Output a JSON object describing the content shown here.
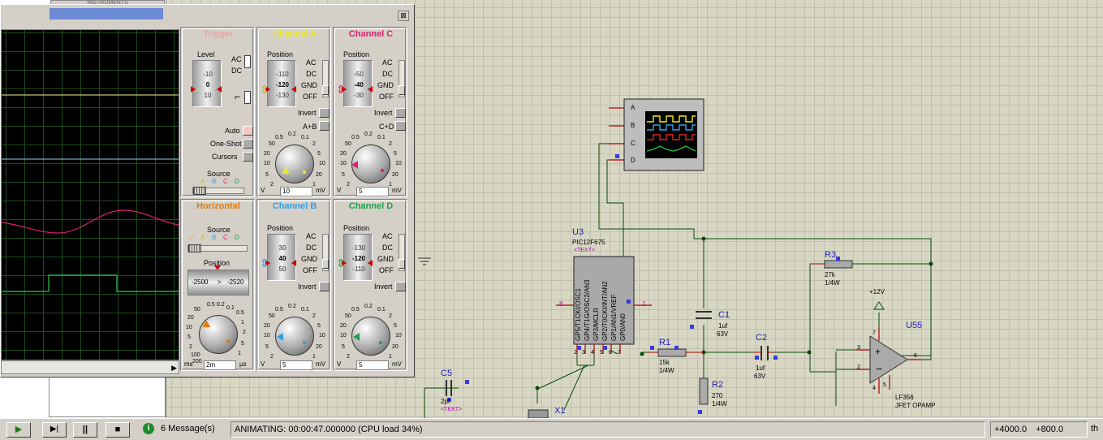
{
  "scope": {
    "close_label": "⊠",
    "trigger": {
      "title": "Trigger",
      "level_label": "Level",
      "level_ticks": [
        "-10",
        "0",
        "10"
      ],
      "ac": "AC",
      "dc": "DC",
      "auto": "Auto",
      "one_shot": "One-Shot",
      "cursors": "Cursors",
      "source_label": "Source",
      "sources": [
        "A",
        "B",
        "C",
        "D"
      ]
    },
    "channel_a": {
      "title": "Channel A",
      "color": "#f0e820",
      "position_label": "Position",
      "ticks": [
        "-110",
        "-120",
        "-130"
      ],
      "modes": [
        "AC",
        "DC",
        "GND",
        "OFF"
      ],
      "invert": "Invert",
      "combine": "A+B",
      "knob_scale": [
        "0.5",
        "0.2",
        "0.1",
        "50",
        "20",
        "10",
        "5",
        "2",
        "1",
        "2",
        "5",
        "10",
        "20"
      ],
      "unit_left": "V",
      "value": "10",
      "unit_right": "mV"
    },
    "channel_c": {
      "title": "Channel C",
      "color": "#e0206e",
      "position_label": "Position",
      "ticks": [
        "-50",
        "-40",
        "-30"
      ],
      "modes": [
        "AC",
        "DC",
        "GND",
        "OFF"
      ],
      "invert": "Invert",
      "combine": "C+D",
      "knob_scale": [
        "0.5",
        "0.2",
        "0.1",
        "50",
        "20",
        "10",
        "5",
        "2",
        "1",
        "2",
        "5",
        "10",
        "20"
      ],
      "unit_left": "V",
      "value": "5",
      "unit_right": "mV"
    },
    "horizontal": {
      "title": "Horizontal",
      "color": "#e07a10",
      "source_label": "Source",
      "sources": [
        "A",
        "B",
        "C",
        "D"
      ],
      "position_label": "Position",
      "pos_left": "-2500",
      "pos_mid": ">",
      "pos_right": "-2520",
      "knob_scale": [
        "0.5",
        "0.2",
        "0.1",
        "50",
        "20",
        "10",
        "5",
        "2",
        "1",
        "0.5",
        "1",
        "2",
        "5"
      ],
      "unit_left": "ms",
      "value": "2m",
      "unit_right": "µs",
      "left_extra": [
        "100",
        "200"
      ]
    },
    "channel_b": {
      "title": "Channel B",
      "color": "#2ea0e8",
      "position_label": "Position",
      "ticks": [
        "30",
        "40",
        "50"
      ],
      "modes": [
        "AC",
        "DC",
        "GND",
        "OFF"
      ],
      "invert": "Invert",
      "knob_scale": [
        "0.5",
        "0.2",
        "0.1",
        "50",
        "20",
        "10",
        "5",
        "2",
        "1",
        "2",
        "5",
        "10",
        "20"
      ],
      "unit_left": "V",
      "value": "5",
      "unit_right": "mV"
    },
    "channel_d": {
      "title": "Channel D",
      "color": "#20a050",
      "position_label": "Position",
      "ticks": [
        "-130",
        "-120",
        "-110"
      ],
      "modes": [
        "AC",
        "DC",
        "GND",
        "OFF"
      ],
      "invert": "Invert",
      "knob_scale": [
        "0.5",
        "0.2",
        "0.1",
        "50",
        "20",
        "10",
        "5",
        "2",
        "1",
        "2",
        "5",
        "10",
        "20"
      ],
      "unit_left": "V",
      "value": "5",
      "unit_right": "mV"
    }
  },
  "schematic": {
    "scope_pins": [
      "A",
      "B",
      "C",
      "D"
    ],
    "u3": {
      "ref": "U3",
      "part": "PIC12F675",
      "text": "<TEXT>",
      "pins": [
        "GP5/T1CKI/OSC1",
        "GP4/T1G/OSC2/AN3",
        "GP3/MCLR",
        "GP2/T0CKI/INT/AN2",
        "GP1/AN1/VREF",
        "GP0/AN0"
      ],
      "pin_nums": [
        "2",
        "3",
        "4",
        "5",
        "6",
        "7"
      ],
      "pin8": "8",
      "pin1": "1"
    },
    "r1": {
      "ref": "R1",
      "value": "15k",
      "power": "1/4W"
    },
    "r2": {
      "ref": "R2",
      "value": "270",
      "power": "1/4W"
    },
    "r3": {
      "ref": "R3",
      "value": "27k",
      "power": "1/4W"
    },
    "c1": {
      "ref": "C1",
      "value": "1uf",
      "voltage": "63V"
    },
    "c2": {
      "ref": "C2",
      "value": "1uf",
      "voltage": "63V"
    },
    "c5": {
      "ref": "C5",
      "value": "2pf",
      "text": "<TEXT>"
    },
    "u55": {
      "ref": "U55",
      "part": "LF356",
      "desc": "JFET OPAMP",
      "supply": "+12V",
      "pin3": "3",
      "pin2": "2",
      "pin6": "6",
      "pin7": "7",
      "pin4": "4",
      "pin5": "5"
    },
    "x1": {
      "ref": "X1"
    }
  },
  "status": {
    "play": "▶",
    "step": "▶|",
    "pause": "||",
    "stop": "■",
    "info_icon": "i",
    "messages": "6 Message(s)",
    "animating": "ANIMATING: 00:00:47.000000 (CPU load 34%)",
    "coord_x": "+4000.0",
    "coord_y": "+800.0",
    "unit": "th"
  },
  "colors": {
    "schematic_bg": "#d8d7c4",
    "wire": "#0a4a0a",
    "ref": "#1d1db8",
    "text_tag": "#c000c0",
    "component_red": "#b00000"
  }
}
